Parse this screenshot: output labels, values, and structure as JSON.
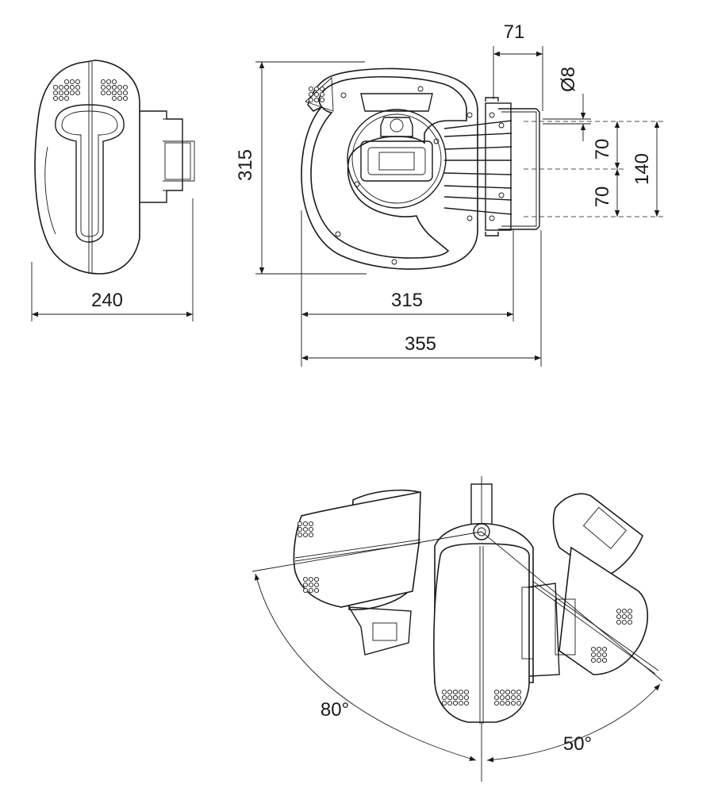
{
  "dimensions": {
    "side_width": "240",
    "height": "315",
    "front_width_body": "315",
    "front_width_total": "355",
    "bracket_depth": "71",
    "bolt_diameter": "Ø8",
    "hole_spacing_upper": "70",
    "hole_spacing_lower": "70",
    "hole_spacing_total": "140"
  },
  "angles": {
    "left": "80°",
    "right": "50°"
  }
}
